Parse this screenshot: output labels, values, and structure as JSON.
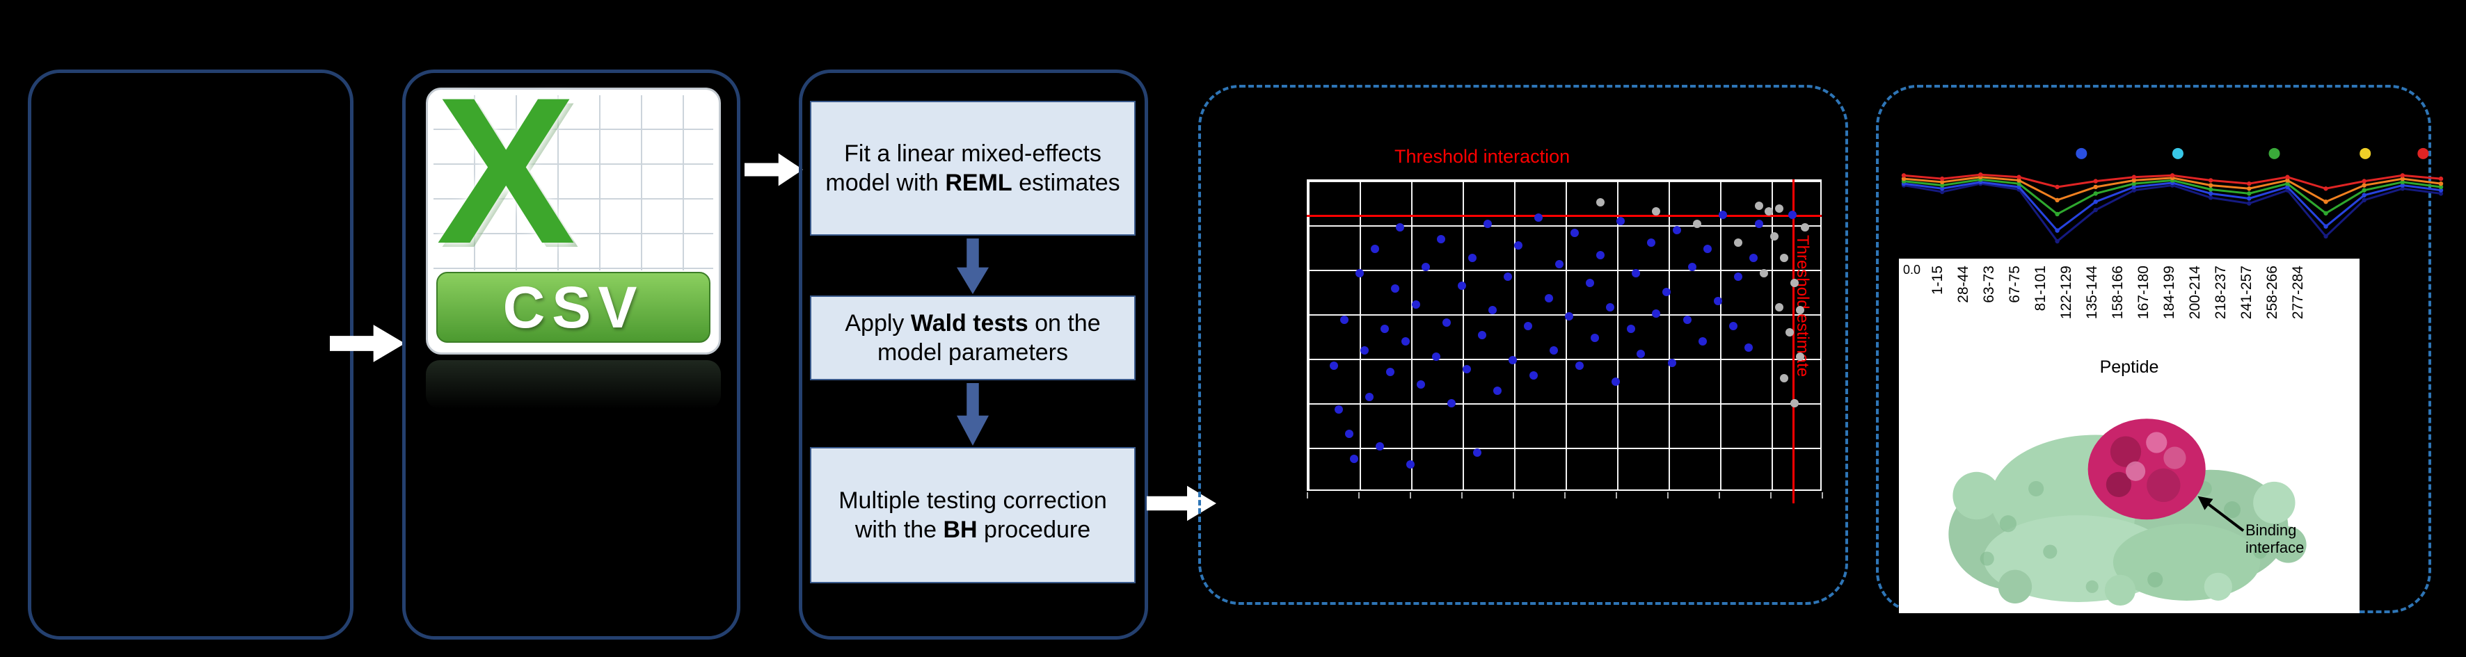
{
  "colors": {
    "background": "#000000",
    "panel_border_solid": "#24406f",
    "panel_border_dashed": "#2e75b6",
    "step_box_fill": "#dce6f2",
    "step_box_border": "#3a5a8c",
    "step_arrow": "#44619d",
    "flow_arrow": "#ffffff",
    "threshold_red": "#ff0000",
    "scatter_blue": "#2323d6",
    "scatter_gray": "#b3b3b3",
    "csv_green": "#3da72c",
    "protein_green": "#a8d6b2",
    "interface_magenta": "#c9246b"
  },
  "figure": {
    "csv_icon": {
      "letter": "X",
      "label": "CSV"
    },
    "steps": [
      {
        "pre": "Fit a linear mixed-effects model with ",
        "bold": "REML",
        "post": " estimates"
      },
      {
        "pre": "Apply ",
        "bold": "Wald tests",
        "post": " on the model parameters"
      },
      {
        "pre": "Multiple testing correction with the ",
        "bold": "BH",
        "post": " procedure"
      }
    ],
    "annotations": {
      "binding_interface": "Binding interface"
    }
  },
  "chart_data": [
    {
      "type": "scatter",
      "title": "Threshold interaction",
      "side_label": "Threshold estimate",
      "x_range": [
        0,
        100
      ],
      "y_range": [
        0,
        100
      ],
      "grid": true,
      "threshold_h_y": 89,
      "threshold_v_x": 94.5,
      "series": [
        {
          "name": "interaction-estimates-blue",
          "color": "#2323d6",
          "points": [
            [
              5,
              40
            ],
            [
              6,
              26
            ],
            [
              7,
              55
            ],
            [
              8,
              18
            ],
            [
              9,
              10
            ],
            [
              10,
              70
            ],
            [
              11,
              45
            ],
            [
              12,
              30
            ],
            [
              13,
              78
            ],
            [
              14,
              14
            ],
            [
              15,
              52
            ],
            [
              16,
              38
            ],
            [
              17,
              65
            ],
            [
              18,
              85
            ],
            [
              19,
              48
            ],
            [
              20,
              8
            ],
            [
              21,
              60
            ],
            [
              22,
              34
            ],
            [
              23,
              72
            ],
            [
              25,
              43
            ],
            [
              26,
              81
            ],
            [
              27,
              54
            ],
            [
              28,
              28
            ],
            [
              30,
              66
            ],
            [
              31,
              39
            ],
            [
              32,
              75
            ],
            [
              33,
              12
            ],
            [
              34,
              50
            ],
            [
              35,
              86
            ],
            [
              36,
              58
            ],
            [
              37,
              32
            ],
            [
              39,
              69
            ],
            [
              40,
              42
            ],
            [
              41,
              79
            ],
            [
              43,
              53
            ],
            [
              44,
              37
            ],
            [
              45,
              88
            ],
            [
              47,
              62
            ],
            [
              48,
              45
            ],
            [
              49,
              73
            ],
            [
              51,
              56
            ],
            [
              52,
              83
            ],
            [
              53,
              40
            ],
            [
              55,
              67
            ],
            [
              56,
              49
            ],
            [
              57,
              76
            ],
            [
              59,
              59
            ],
            [
              60,
              35
            ],
            [
              61,
              87
            ],
            [
              63,
              52
            ],
            [
              64,
              70
            ],
            [
              65,
              44
            ],
            [
              67,
              80
            ],
            [
              68,
              57
            ],
            [
              70,
              64
            ],
            [
              71,
              41
            ],
            [
              72,
              84
            ],
            [
              74,
              55
            ],
            [
              75,
              72
            ],
            [
              77,
              48
            ],
            [
              78,
              78
            ],
            [
              80,
              61
            ],
            [
              81,
              89
            ],
            [
              83,
              53
            ],
            [
              84,
              69
            ],
            [
              86,
              46
            ],
            [
              87,
              75
            ],
            [
              88,
              86
            ],
            [
              94.5,
              89
            ]
          ]
        },
        {
          "name": "non-significant-gray",
          "color": "#b3b3b3",
          "points": [
            [
              91,
              82
            ],
            [
              93,
              75
            ],
            [
              95,
              67
            ],
            [
              92,
              59
            ],
            [
              94,
              51
            ],
            [
              96,
              43
            ],
            [
              93,
              36
            ],
            [
              95,
              28
            ],
            [
              90,
              90
            ],
            [
              97,
              85
            ],
            [
              89,
              70
            ],
            [
              96,
              58
            ],
            [
              76,
              86
            ],
            [
              68,
              90
            ],
            [
              57,
              93
            ],
            [
              84,
              80
            ],
            [
              88,
              92
            ],
            [
              92,
              91
            ]
          ]
        }
      ]
    },
    {
      "type": "line",
      "xlabel": "Peptide",
      "y_tick": "0.0",
      "categories": [
        "1-15",
        "28-44",
        "63-73",
        "67-75",
        "81-101",
        "122-129",
        "135-144",
        "158-166",
        "167-180",
        "184-199",
        "200-214",
        "218-237",
        "241-257",
        "258-266",
        "277-284"
      ],
      "legend_dots": [
        {
          "x": 0.335,
          "color": "#2a50e0"
        },
        {
          "x": 0.51,
          "color": "#38c8e8"
        },
        {
          "x": 0.685,
          "color": "#3aaa3a"
        },
        {
          "x": 0.85,
          "color": "#f0d028"
        },
        {
          "x": 0.955,
          "color": "#e02424"
        }
      ],
      "series": [
        {
          "name": "darkblue",
          "color": "#151a80",
          "values": [
            0.8,
            0.72,
            0.82,
            0.75,
            0.12,
            0.5,
            0.74,
            0.8,
            0.65,
            0.58,
            0.74,
            0.18,
            0.62,
            0.76,
            0.7
          ]
        },
        {
          "name": "blue",
          "color": "#2743e0",
          "values": [
            0.82,
            0.76,
            0.84,
            0.78,
            0.25,
            0.6,
            0.78,
            0.83,
            0.7,
            0.64,
            0.78,
            0.3,
            0.68,
            0.8,
            0.74
          ]
        },
        {
          "name": "green",
          "color": "#2ea82e",
          "values": [
            0.85,
            0.8,
            0.87,
            0.82,
            0.45,
            0.7,
            0.82,
            0.86,
            0.75,
            0.7,
            0.82,
            0.46,
            0.74,
            0.84,
            0.78
          ]
        },
        {
          "name": "orange",
          "color": "#f08020",
          "values": [
            0.88,
            0.84,
            0.9,
            0.86,
            0.62,
            0.78,
            0.86,
            0.89,
            0.8,
            0.76,
            0.86,
            0.6,
            0.8,
            0.88,
            0.82
          ]
        },
        {
          "name": "red",
          "color": "#e02424",
          "values": [
            0.92,
            0.88,
            0.93,
            0.9,
            0.78,
            0.85,
            0.9,
            0.92,
            0.86,
            0.82,
            0.9,
            0.76,
            0.85,
            0.92,
            0.88
          ]
        }
      ]
    }
  ]
}
